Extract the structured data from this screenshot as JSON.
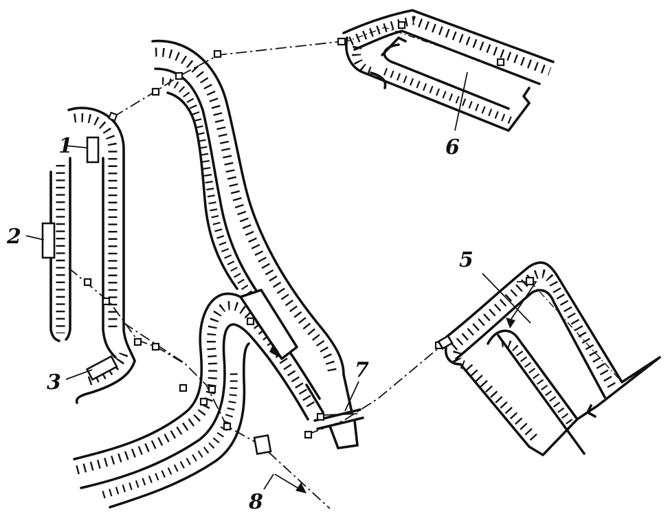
{
  "labels": {
    "l1": "1",
    "l2": "2",
    "l3": "3",
    "l5": "5",
    "l6": "6",
    "l7": "7",
    "l8": "8"
  },
  "colors": {
    "ink": "#111111",
    "paper": "#ffffff"
  }
}
